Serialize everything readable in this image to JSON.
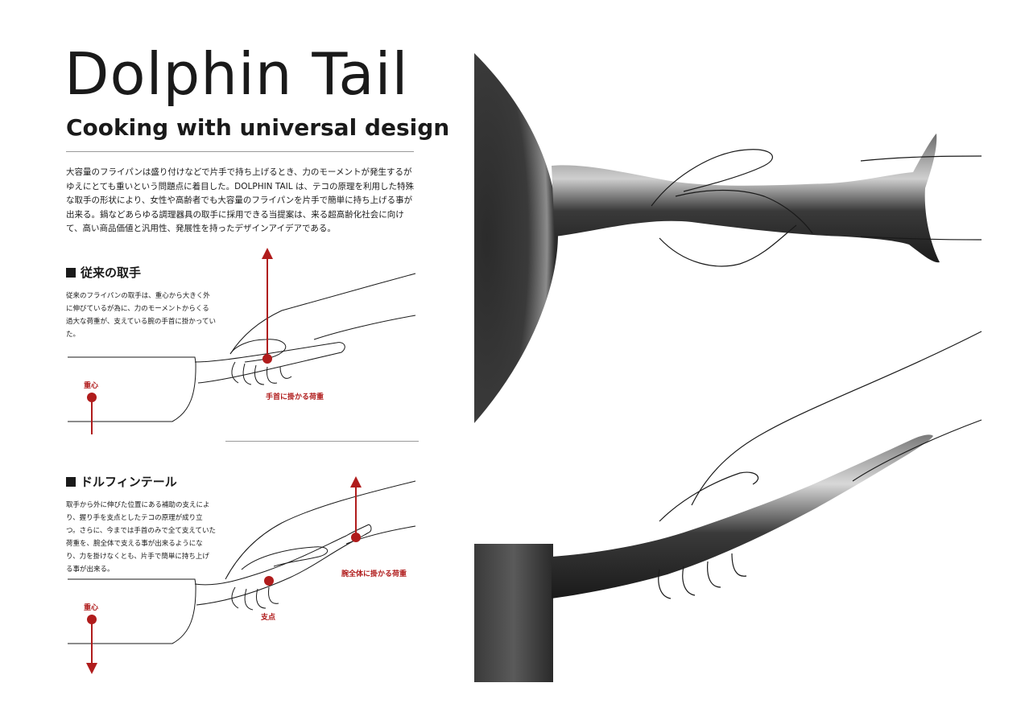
{
  "brand": {
    "logo_text": "Dolphin Tail",
    "tagline": "Cooking with universal design"
  },
  "intro_text": "大容量のフライパンは盛り付けなどで片手で持ち上げるとき、力のモーメントが発生するがゆえにとても重いという問題点に着目した。DOLPHIN TAIL は、テコの原理を利用した特殊な取手の形状により、女性や高齢者でも大容量のフライパンを片手で簡単に持ち上げる事が出来る。鍋などあらゆる調理器具の取手に採用できる当提案は、来る超高齢化社会に向けて、高い商品価値と汎用性、発展性を持ったデザインアイデアである。",
  "section1": {
    "heading": "従来の取手",
    "body": "従来のフライパンの取手は、重心から大きく外に伸びているが為に、力のモーメントからくる過大な荷重が、支えている腕の手首に掛かっていた。",
    "label_center": "重心",
    "label_load": "手首に掛かる荷重"
  },
  "section2": {
    "heading": "ドルフィンテール",
    "body": "取手から外に伸びた位置にある補助の支えにより、握り手を支点としたテコの原理が成り立つ。さらに、今までは手首のみで全て支えていた荷重を、腕全体で支える事が出来るようになり、力を掛けなくとも、片手で簡単に持ち上げる事が出来る。",
    "label_center": "重心",
    "label_load": "腕全体に掛かる荷重",
    "label_fulcrum": "支点"
  },
  "colors": {
    "accent_red": "#b01c1c",
    "ink": "#1a1a1a",
    "rule_gray": "#9a9a9a"
  }
}
